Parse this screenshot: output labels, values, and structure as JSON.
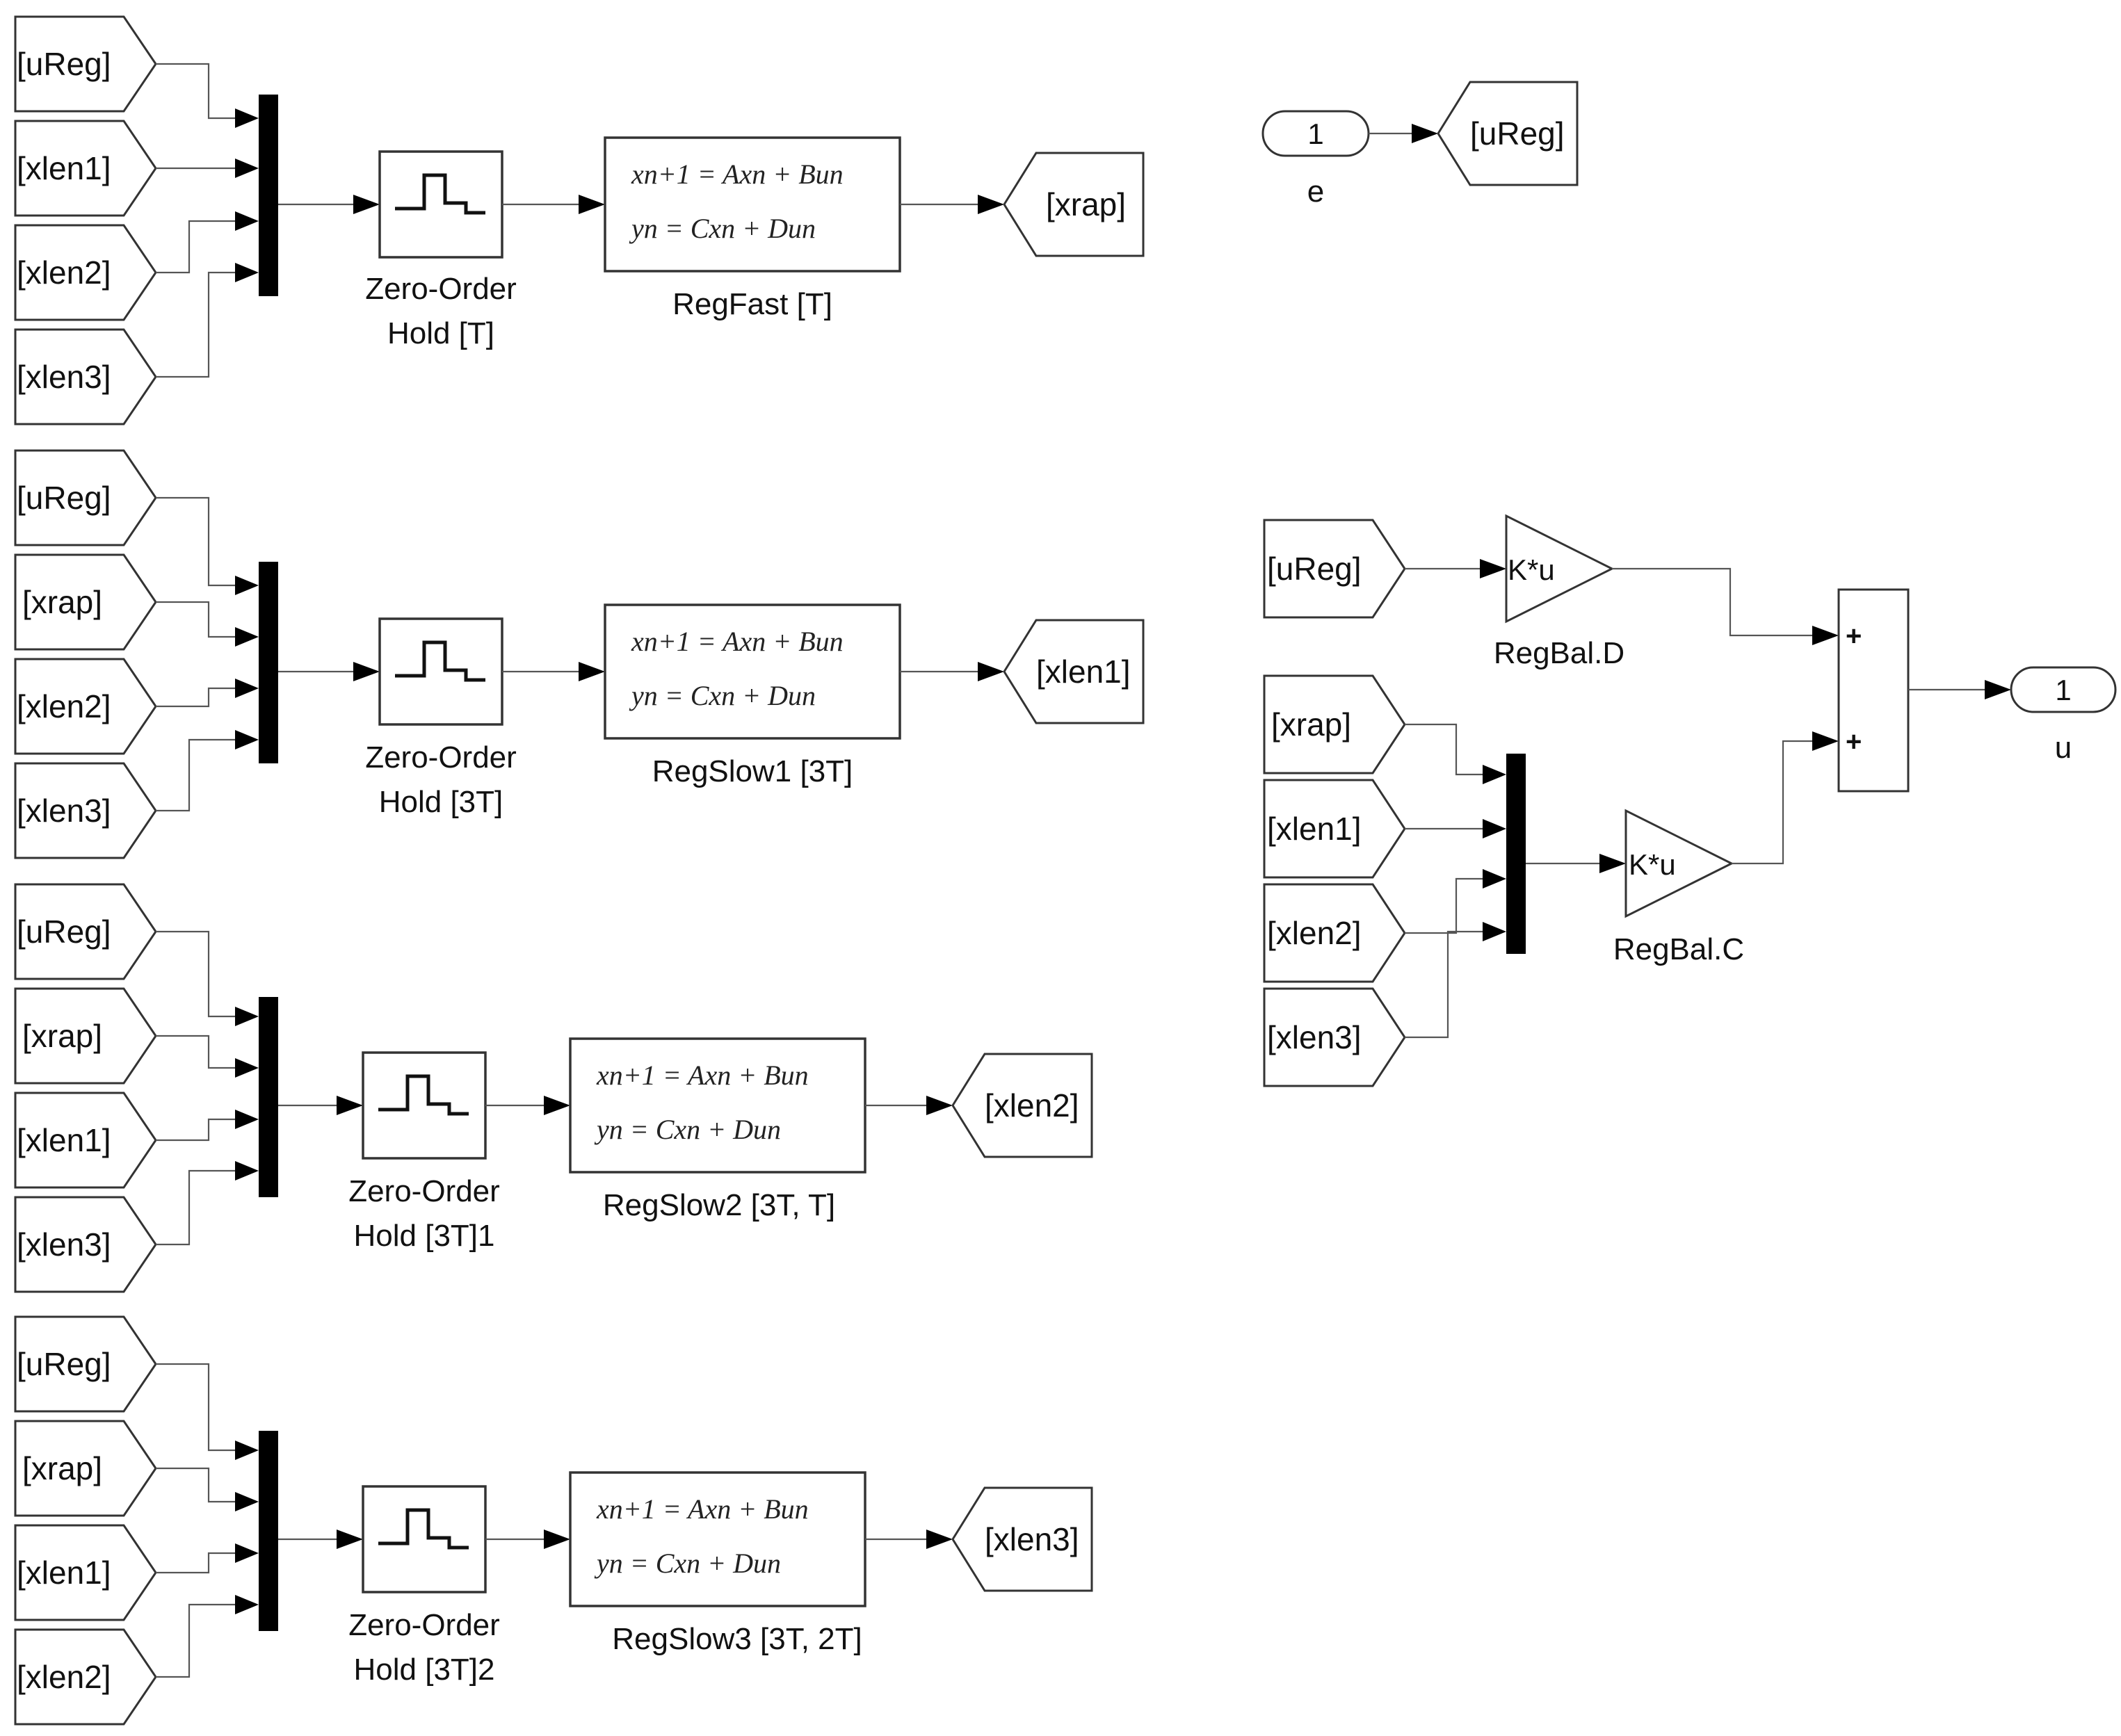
{
  "groups": [
    {
      "inputs": [
        "[uReg]",
        "[xlen1]",
        "[xlen2]",
        "[xlen3]"
      ],
      "hold": [
        "Zero-Order",
        "Hold [T]"
      ],
      "eq1": "xn+1 = Axn + Bun",
      "eq2": "yn = Cxn + Dun",
      "reg": "RegFast [T]",
      "output": "[xrap]"
    },
    {
      "inputs": [
        "[uReg]",
        "[xrap]",
        "[xlen2]",
        "[xlen3]"
      ],
      "hold": [
        "Zero-Order",
        "Hold [3T]"
      ],
      "eq1": "xn+1 = Axn + Bun",
      "eq2": "yn = Cxn + Dun",
      "reg": "RegSlow1 [3T]",
      "output": "[xlen1]"
    },
    {
      "inputs": [
        "[uReg]",
        "[xrap]",
        "[xlen1]",
        "[xlen3]"
      ],
      "hold": [
        "Zero-Order",
        "Hold [3T]1"
      ],
      "eq1": "xn+1 = Axn + Bun",
      "eq2": "yn = Cxn + Dun",
      "reg": "RegSlow2 [3T, T]",
      "output": "[xlen2]"
    },
    {
      "inputs": [
        "[uReg]",
        "[xrap]",
        "[xlen1]",
        "[xlen2]"
      ],
      "hold": [
        "Zero-Order",
        "Hold [3T]2"
      ],
      "eq1": "xn+1 = Axn + Bun",
      "eq2": "yn = Cxn + Dun",
      "reg": "RegSlow3  [3T, 2T]",
      "output": "[xlen3]"
    }
  ],
  "inport": {
    "number": "1",
    "name": "e",
    "goto": "[uReg]"
  },
  "balance": {
    "from_d": "[uReg]",
    "gain_d": {
      "text": "K*u",
      "label": "RegBal.D"
    },
    "from_c": [
      "[xrap]",
      "[xlen1]",
      "[xlen2]",
      "[xlen3]"
    ],
    "gain_c": {
      "text": "K*u",
      "label": "RegBal.C"
    },
    "sum_signs": [
      "+",
      "+"
    ]
  },
  "outport": {
    "number": "1",
    "name": "u"
  }
}
